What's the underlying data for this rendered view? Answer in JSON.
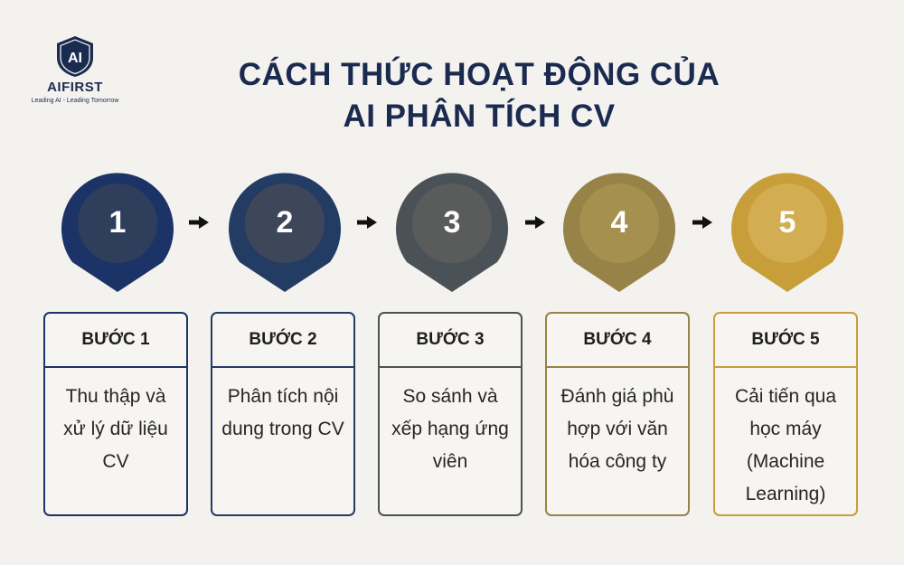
{
  "logo": {
    "mark": "AI",
    "name": "AIFIRST",
    "tagline": "Leading AI - Leading Tomorrow"
  },
  "title": {
    "line1": "CÁCH THỨC HOẠT ĐỘNG CỦA",
    "line2": "AI PHÂN TÍCH CV"
  },
  "steps": [
    {
      "number": "1",
      "label": "BƯỚC 1",
      "text": "Thu thập và xử lý dữ liệu CV",
      "color": "#1b3366",
      "inner": "#2f3e5a"
    },
    {
      "number": "2",
      "label": "BƯỚC 2",
      "text": "Phân tích nội dung trong CV",
      "color": "#233c64",
      "inner": "#3d4759"
    },
    {
      "number": "3",
      "label": "BƯỚC 3",
      "text": "So sánh và xếp hạng ứng viên",
      "color": "#4b5257",
      "inner": "#5a5c5c"
    },
    {
      "number": "4",
      "label": "BƯỚC 4",
      "text": "Đánh giá phù hợp với văn hóa công ty",
      "color": "#978348",
      "inner": "#a5904f"
    },
    {
      "number": "5",
      "label": "BƯỚC 5",
      "text": "Cải tiến qua học máy (Machine Learning)",
      "color": "#c79e3a",
      "inner": "#d2ad52"
    }
  ]
}
